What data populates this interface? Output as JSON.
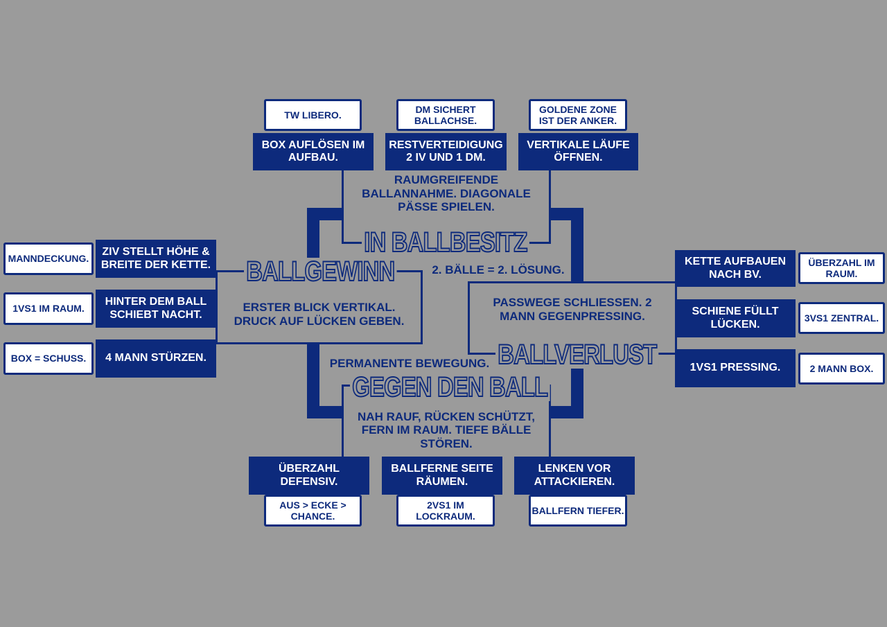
{
  "titles": {
    "in_ballbesitz": "IN BALLBESITZ",
    "ballgewinn": "BALLGEWINN",
    "ballverlust": "BALLVERLUST",
    "gegen_den_ball": "GEGEN DEN BALL"
  },
  "centers": {
    "in_ballbesitz": "RAUMGREIFENDE BALLANNAHME. DIAGONALE PÄSSE SPIELEN.",
    "ballgewinn": "ERSTER BLICK VERTIKAL. DRUCK AUF LÜCKEN GEBEN.",
    "ballverlust": "PASSWEGE SCHLIESSEN. 2 MANN GEGENPRESSING.",
    "gegen_den_ball": "NAH RAUF, RÜCKEN SCHÜTZT, FERN IM RAUM. TIEFE BÄLLE STÖREN."
  },
  "connectors": {
    "ballgewinn_to_ballbesitz": "2. BÄLLE = 2. LÖSUNG.",
    "gegen_to_ballgewinn": "PERMANENTE BEWEGUNG."
  },
  "top": {
    "blue": [
      "BOX AUFLÖSEN IM AUFBAU.",
      "RESTVERTEIDIGUNG 2 IV UND 1 DM.",
      "VERTIKALE LÄUFE ÖFFNEN."
    ],
    "white": [
      "TW LIBERO.",
      "DM SICHERT BALLACHSE.",
      "GOLDENE ZONE IST DER ANKER."
    ]
  },
  "left": {
    "blue": [
      "ZIV STELLT HÖHE & BREITE DER KETTE.",
      "HINTER DEM BALL SCHIEBT NACHT.",
      "4 MANN STÜRZEN."
    ],
    "white": [
      "MANNDECKUNG.",
      "1VS1 IM RAUM.",
      "BOX = SCHUSS."
    ]
  },
  "right": {
    "blue": [
      "KETTE AUFBAUEN NACH BV.",
      "SCHIENE FÜLLT LÜCKEN.",
      "1VS1 PRESSING."
    ],
    "white": [
      "ÜBERZAHL IM RAUM.",
      "3VS1 ZENTRAL.",
      "2 MANN BOX."
    ]
  },
  "bottom": {
    "blue": [
      "ÜBERZAHL DEFENSIV.",
      "BALLFERNE SEITE RÄUMEN.",
      "LENKEN VOR ATTACKIEREN."
    ],
    "white": [
      "AUS > ECKE > CHANCE.",
      "2VS1 IM LOCKRAUM.",
      "BALLFERN TIEFER."
    ]
  }
}
